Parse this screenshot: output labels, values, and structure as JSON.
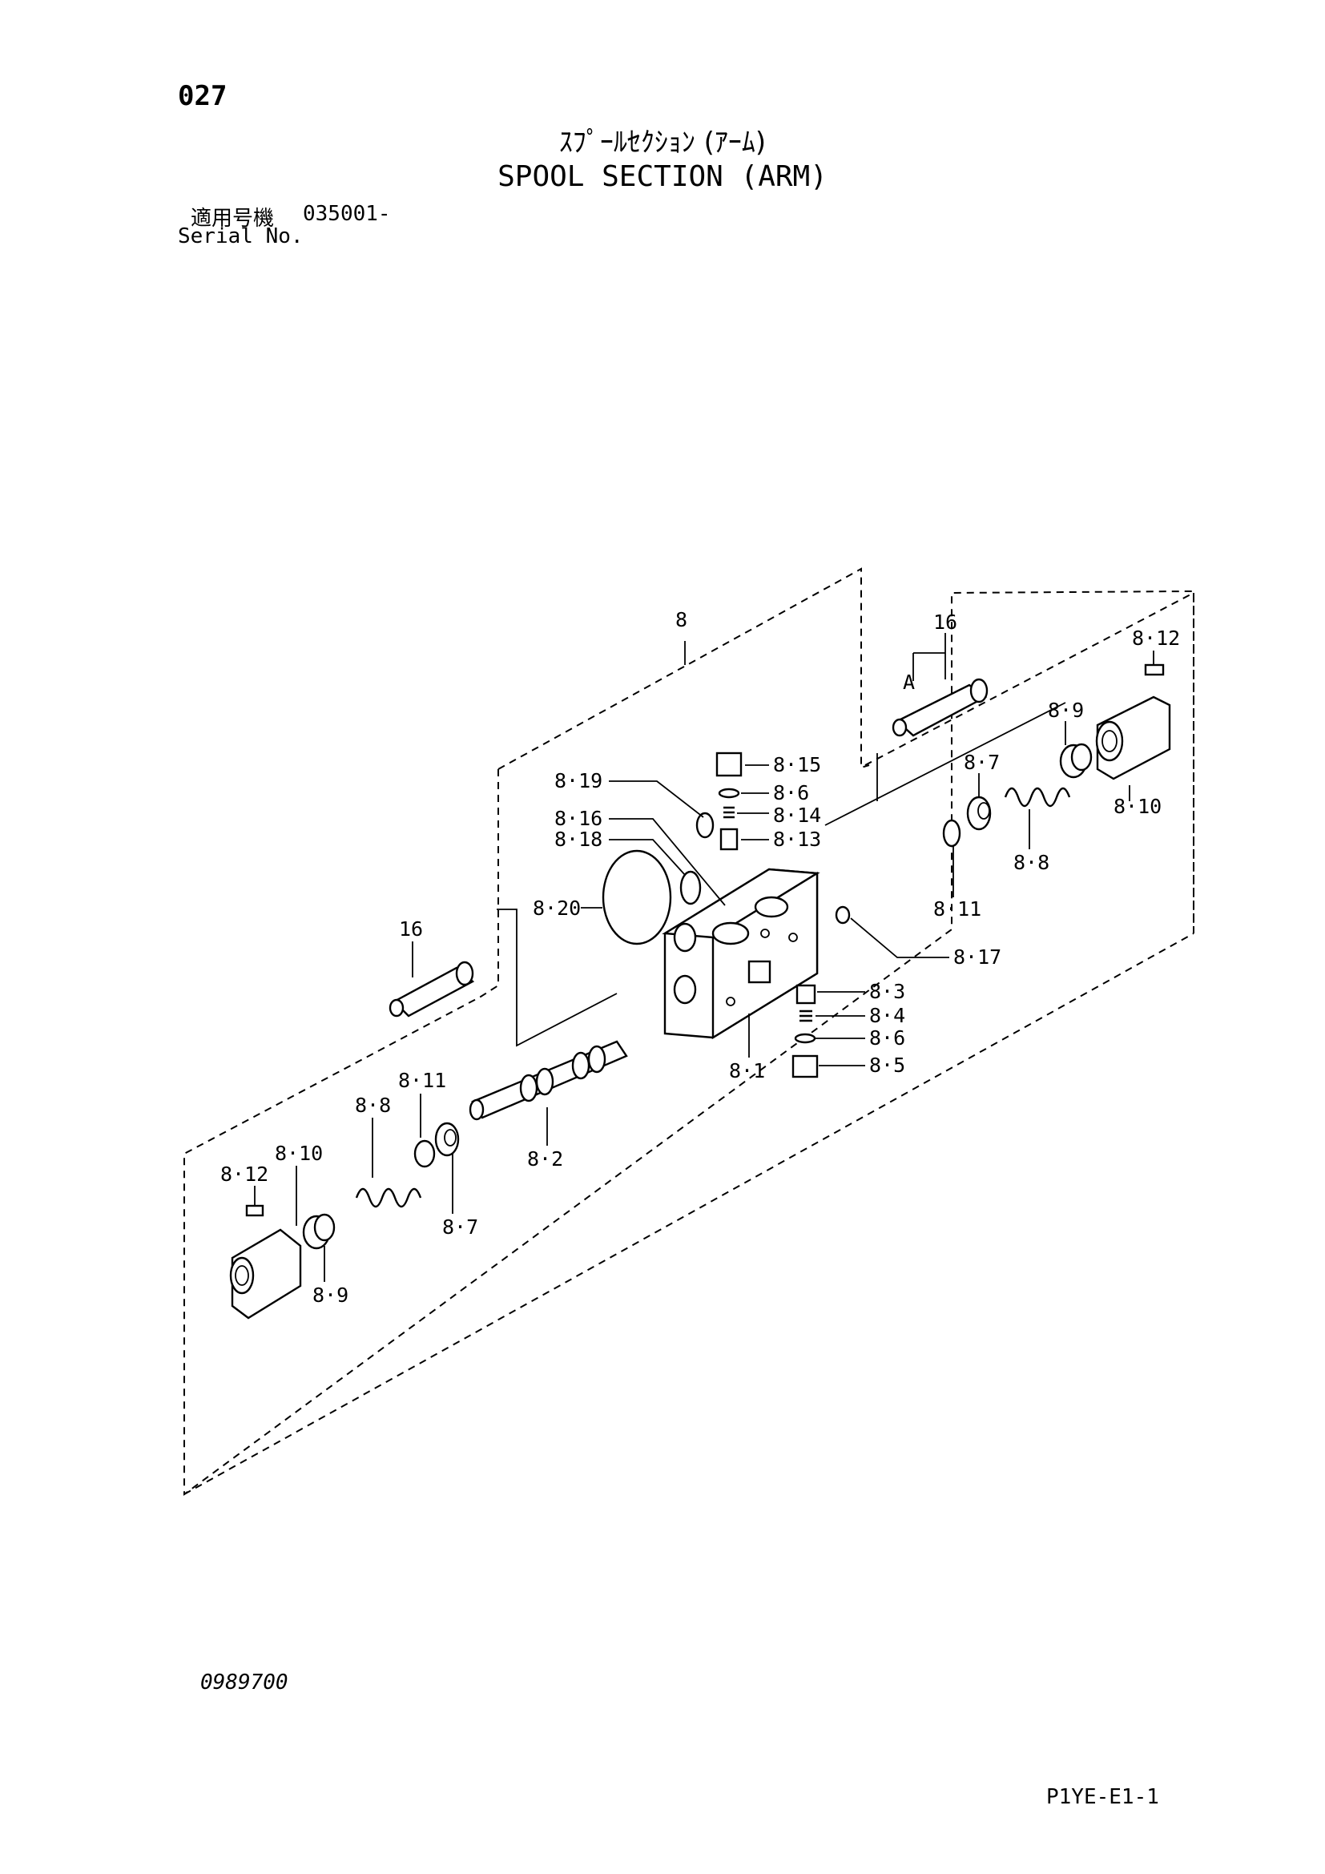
{
  "page_number": "027",
  "title_jp": "ｽﾌﾟｰﾙｾｸｼｮﾝ (ｱｰﾑ)",
  "title_en": "SPOOL SECTION (ARM)",
  "serial": {
    "label_jp": "適用号機",
    "value": "035001-",
    "label_en": "Serial No."
  },
  "doc_number": "0989700",
  "page_code": "P1YE-E1-1",
  "callouts": {
    "c_8": "8",
    "c_16_top": "16",
    "c_A": "A",
    "c_8_12_top": "8·12",
    "c_8_9_top": "8·9",
    "c_8_7_top": "8·7",
    "c_8_10_top": "8·10",
    "c_8_8_top": "8·8",
    "c_8_11_top": "8·11",
    "c_8_19": "8·19",
    "c_8_15": "8·15",
    "c_8_6_top": "8·6",
    "c_8_16": "8·16",
    "c_8_14": "8·14",
    "c_8_18": "8·18",
    "c_8_13": "8·13",
    "c_8_20": "8·20",
    "c_8_17": "8·17",
    "c_16_left": "16",
    "c_8_3": "8·3",
    "c_8_4": "8·4",
    "c_8_6_bottom": "8·6",
    "c_8_5": "8·5",
    "c_8_1": "8·1",
    "c_8_11_bottom": "8·11",
    "c_8_8_bottom": "8·8",
    "c_8_2": "8·2",
    "c_8_10_bottom": "8·10",
    "c_8_12_bottom": "8·12",
    "c_8_7_bottom": "8·7",
    "c_8_9_bottom": "8·9"
  }
}
